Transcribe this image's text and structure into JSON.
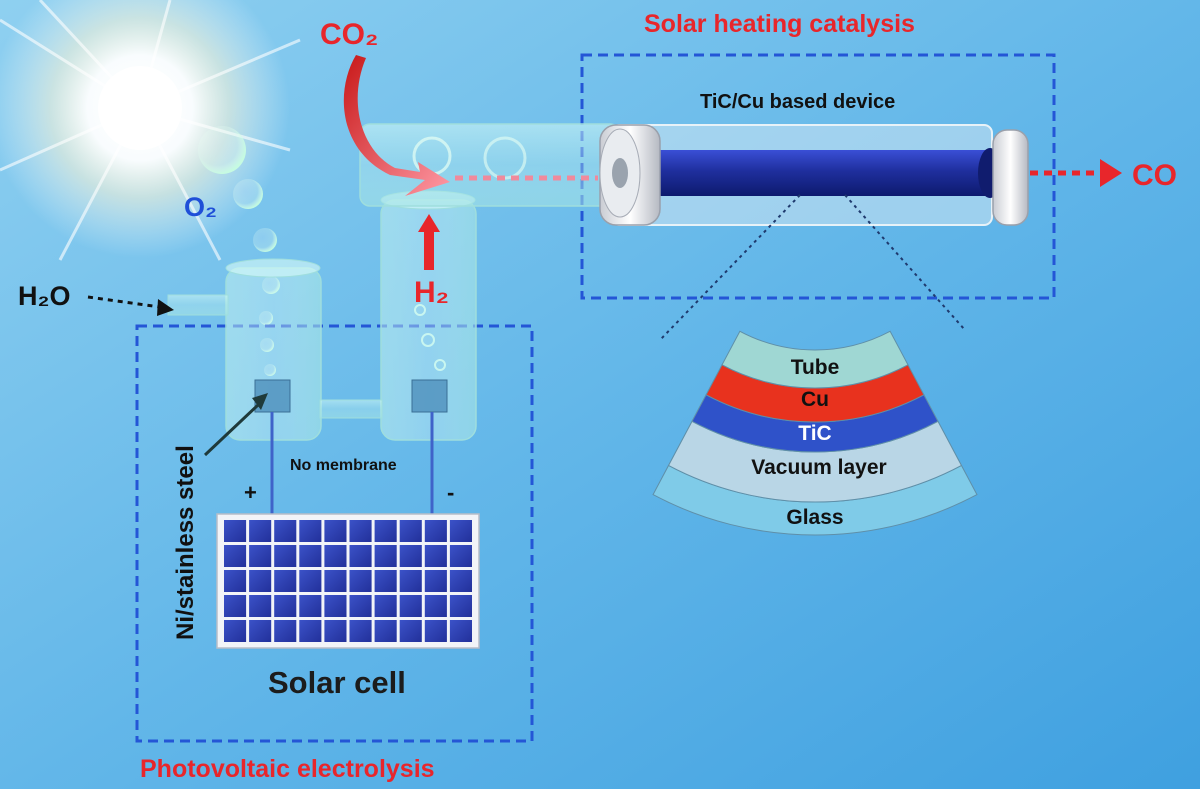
{
  "labels": {
    "co2": "CO₂",
    "o2": "O₂",
    "h2o": "H₂O",
    "h2": "H₂",
    "co": "CO",
    "solar_heating_catalysis": "Solar heating catalysis",
    "device": "TiC/Cu based device",
    "no_membrane": "No membrane",
    "plus": "+",
    "minus": "-",
    "electrode": "Ni/stainless steel",
    "solar_cell": "Solar cell",
    "photovoltaic_electrolysis": "Photovoltaic electrolysis"
  },
  "layers": {
    "tube": "Tube",
    "cu": "Cu",
    "tic": "TiC",
    "vacuum": "Vacuum layer",
    "glass": "Glass"
  },
  "colors": {
    "red_label": "#e8262b",
    "blue_label": "#1f4fd8",
    "dash_box": "#2456d6",
    "tube_layer": "#9fd7d3",
    "cu_layer": "#e8321e",
    "tic_layer": "#2f52c9",
    "vacuum_layer": "#b9d6e6",
    "glass_layer": "#7fcbe8",
    "panel_cell": "#2c3fb4"
  },
  "icons": {
    "sun": "sun-icon",
    "panel": "solar-panel-icon"
  }
}
